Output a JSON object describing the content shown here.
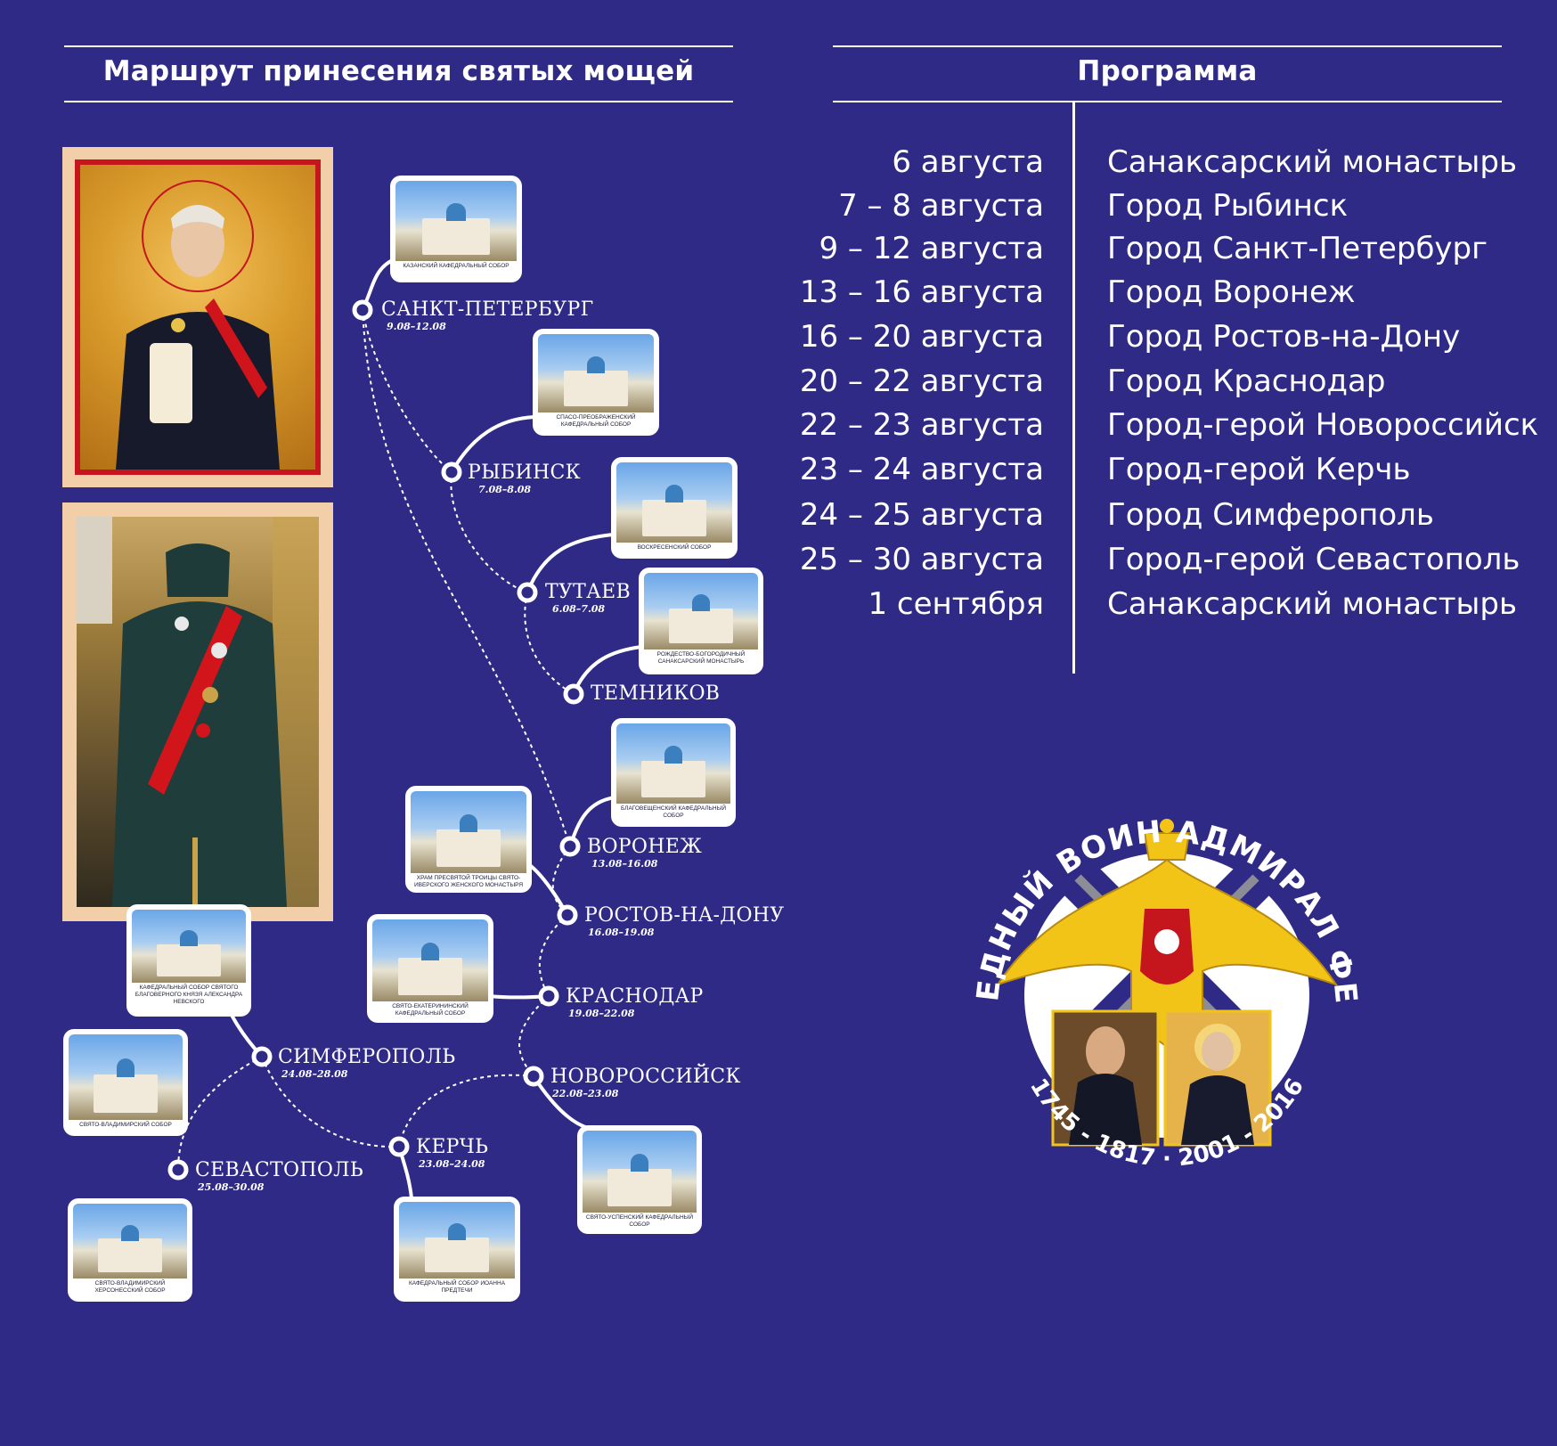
{
  "headers": {
    "route_title": "Маршрут принесения святых мощей",
    "program_title": "Программа"
  },
  "program": [
    {
      "date": "6 августа",
      "place": "Санаксарский монастырь"
    },
    {
      "date": "7 – 8 августа",
      "place": "Город Рыбинск"
    },
    {
      "date": "9 – 12 августа",
      "place": "Город Санкт-Петербург"
    },
    {
      "date": "13 – 16 августа",
      "place": "Город Воронеж"
    },
    {
      "date": "16 – 20 августа",
      "place": "Город Ростов-на-Дону"
    },
    {
      "date": "20 – 22 августа",
      "place": "Город Краснодар"
    },
    {
      "date": "22 – 23 августа",
      "place": "Город-герой Новороссийск"
    },
    {
      "date": "23 – 24 августа",
      "place": "Город-герой Керчь"
    },
    {
      "date": "24 – 25 августа",
      "place": "Город Симферополь"
    },
    {
      "date": "25 – 30 августа",
      "place": "Город-герой Севастополь"
    },
    {
      "date": "1 сентября",
      "place": "Санаксарский монастырь"
    }
  ],
  "route": {
    "cities": [
      {
        "name": "САНКТ-ПЕТЕРБУРГ",
        "dates": "9.08–12.08"
      },
      {
        "name": "РЫБИНСК",
        "dates": "7.08–8.08"
      },
      {
        "name": "ТУТАЕВ",
        "dates": "6.08–7.08"
      },
      {
        "name": "ТЕМНИКОВ",
        "dates": ""
      },
      {
        "name": "ВОРОНЕЖ",
        "dates": "13.08–16.08"
      },
      {
        "name": "РОСТОВ-НА-ДОНУ",
        "dates": "16.08–19.08"
      },
      {
        "name": "КРАСНОДАР",
        "dates": "19.08–22.08"
      },
      {
        "name": "НОВОРОССИЙСК",
        "dates": "22.08–23.08"
      },
      {
        "name": "СИМФЕРОПОЛЬ",
        "dates": "24.08–28.08"
      },
      {
        "name": "КЕРЧЬ",
        "dates": "23.08–24.08"
      },
      {
        "name": "СЕВАСТОПОЛЬ",
        "dates": "25.08–30.08"
      }
    ],
    "churches": [
      "КАЗАНСКИЙ КАФЕДРАЛЬНЫЙ СОБОР",
      "СПАСО-ПРЕОБРАЖЕНСКИЙ КАФЕДРАЛЬНЫЙ СОБОР",
      "ВОСКРЕСЕНСКИЙ СОБОР",
      "РОЖДЕСТВО-БОГОРОДИЧНЫЙ САНАКСАРСКИЙ МОНАСТЫРЬ",
      "БЛАГОВЕЩЕНСКИЙ КАФЕДРАЛЬНЫЙ СОБОР",
      "ХРАМ ПРЕСВЯТОЙ ТРОИЦЫ СВЯТО-ИВЕРСКОГО ЖЕНСКОГО МОНАСТЫРЯ",
      "СВЯТО-ЕКАТЕРИНИНСКИЙ КАФЕДРАЛЬНЫЙ СОБОР",
      "КАФЕДРАЛЬНЫЙ СОБОР СВЯТОГО БЛАГОВЕРНОГО КНЯЗЯ АЛЕКСАНДРА НЕВСКОГО",
      "СВЯТО-ВЛАДИМИРСКИЙ СОБОР",
      "СВЯТО-УСПЕНСКИЙ КАФЕДРАЛЬНЫЙ СОБОР",
      "СВЯТО-ВЛАДИМИРСКИЙ ХЕРСОНЕССКИЙ СОБОР",
      "КАФЕДРАЛЬНЫЙ СОБОР ИОАННА ПРЕДТЕЧИ"
    ]
  },
  "emblem": {
    "ring_text": "СВЯТОЙ ПРАВЕДНЫЙ ВОИН АДМИРАЛ ФЕДОР УШАКОВ",
    "years_text": "· 1745 - 1817 · 2001 - 2016 ·"
  },
  "colors": {
    "background": "#2e2a86",
    "line": "#ffffff",
    "frame": "#f3cfa9",
    "icon_border": "#c4161c",
    "eagle": "#f2c418"
  }
}
